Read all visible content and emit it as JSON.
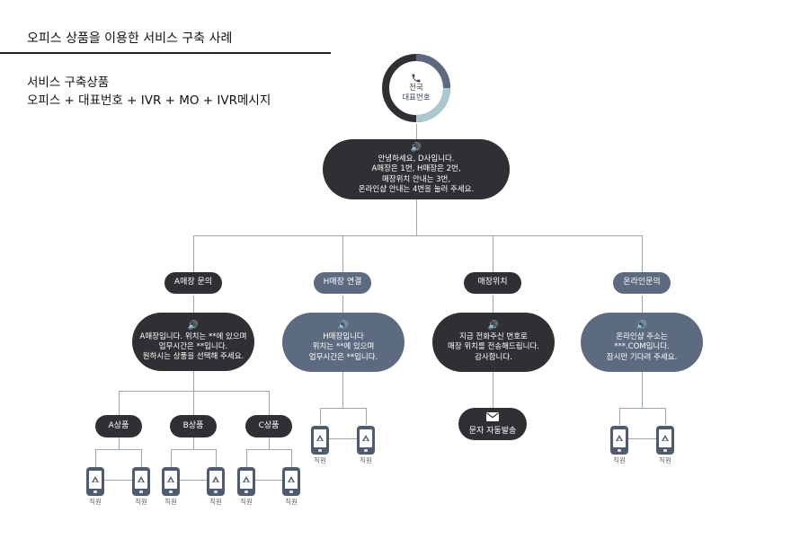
{
  "header": {
    "title": "오피스 상품을 이용한 서비스 구축 사례",
    "subtitle_line1": "서비스 구축상품",
    "subtitle_line2": "오피스 + 대표번호 + IVR + MO + IVR메시지"
  },
  "colors": {
    "dark": "#2f3033",
    "slate": "#5d6b80",
    "ring_light": "#a9c8cf",
    "connector": "#9aa6b0"
  },
  "center": {
    "icon": "phone-icon",
    "line1": "전국",
    "line2": "대표번호"
  },
  "greeting": {
    "icon": "speaker-icon",
    "lines": [
      "안녕하세요, D사입니다.",
      "A매장은 1번, H매장은 2번,",
      "매장위치 안내는 3번,",
      "온라인샵 안내는 4번을 눌러 주세요."
    ]
  },
  "branches": [
    {
      "label": "A매장 문의",
      "speech": [
        "A매장입니다. 위치는 **에 있으며",
        "업무시간은 **입니다.",
        "원하시는 상품을 선택해 주세요."
      ],
      "products": [
        "A상품",
        "B상품",
        "C상품"
      ]
    },
    {
      "label": "H매장 연결",
      "speech": [
        "H매장입니다",
        "위치는 **에 있으며",
        "업무시간은 **입니다."
      ]
    },
    {
      "label": "매장위치",
      "speech": [
        "지금 전화주신 번호로",
        "매장 위치를 전송해드립니다.",
        "감사합니다."
      ],
      "sms_label": "문자 자동발송"
    },
    {
      "label": "온라인문의",
      "speech": [
        "온라인샵 주소는",
        "***.COM입니다.",
        "잠시만 기다려 주세요."
      ]
    }
  ],
  "staff_label": "직원"
}
